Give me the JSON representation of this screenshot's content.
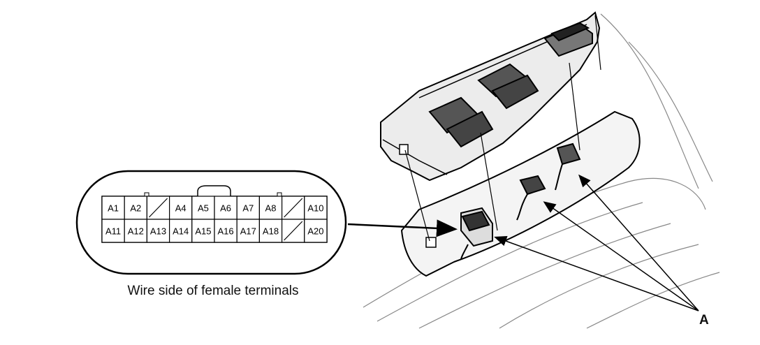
{
  "connector": {
    "top_row": [
      "A1",
      "A2",
      "",
      "A4",
      "A5",
      "A6",
      "A7",
      "A8",
      "",
      "A10"
    ],
    "bottom_row": [
      "A11",
      "A12",
      "A13",
      "A14",
      "A15",
      "A16",
      "A17",
      "A18",
      "",
      "A20"
    ]
  },
  "caption": "Wire side of female terminals",
  "callout_label": "A"
}
